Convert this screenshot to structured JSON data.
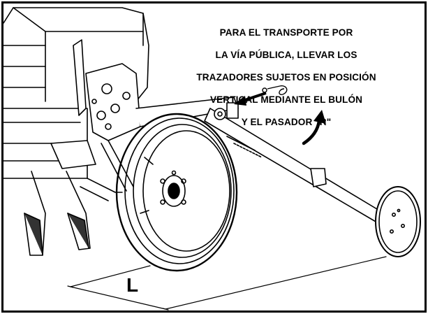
{
  "notice": {
    "lines": [
      "PARA EL TRANSPORTE POR",
      "LA VÍA PÚBLICA, LLEVAR LOS",
      "TRAZADORES SUJETOS EN POSICIÓN",
      "VERTICAL MEDIANTE EL BULÓN",
      "Y EL PASADOR \"R\""
    ]
  },
  "dimension": {
    "label": "L"
  },
  "colors": {
    "ink": "#000000",
    "paper": "#ffffff"
  }
}
